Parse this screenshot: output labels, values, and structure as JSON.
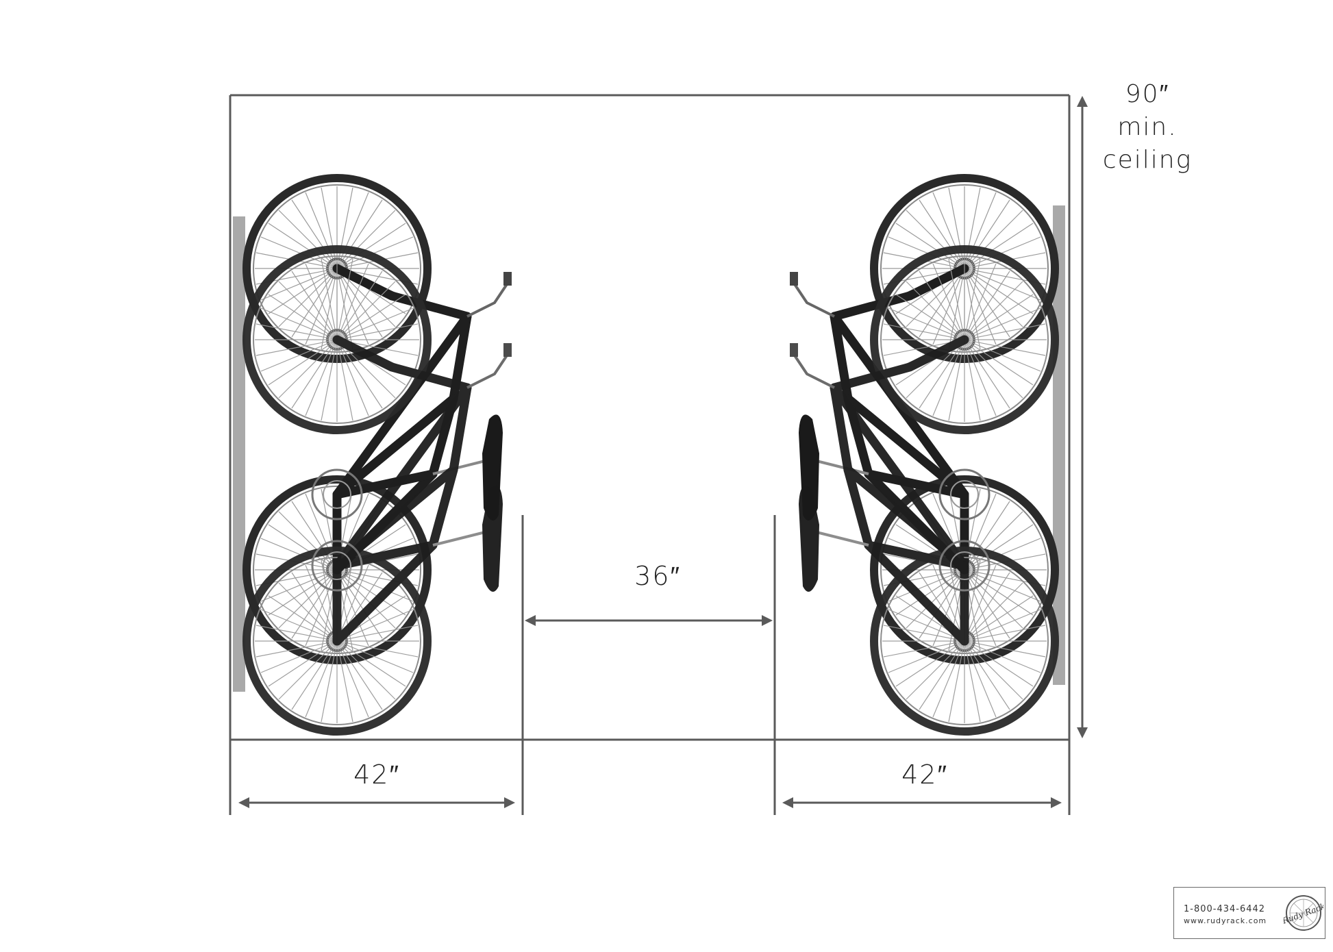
{
  "dimensions": {
    "ceiling": {
      "value": "90″",
      "line2": "min.",
      "line3": "ceiling"
    },
    "aisle": "36″",
    "left_depth": "42″",
    "right_depth": "42″"
  },
  "logo": {
    "phone": "1-800-434-6442",
    "url": "www.rudyrack.com",
    "seal_text": "Rudy Rack"
  },
  "colors": {
    "line": "#5a5a5a",
    "frame": "#1f1f1f",
    "tire": "#2a2a2a",
    "wall": "#a9a9a9"
  }
}
